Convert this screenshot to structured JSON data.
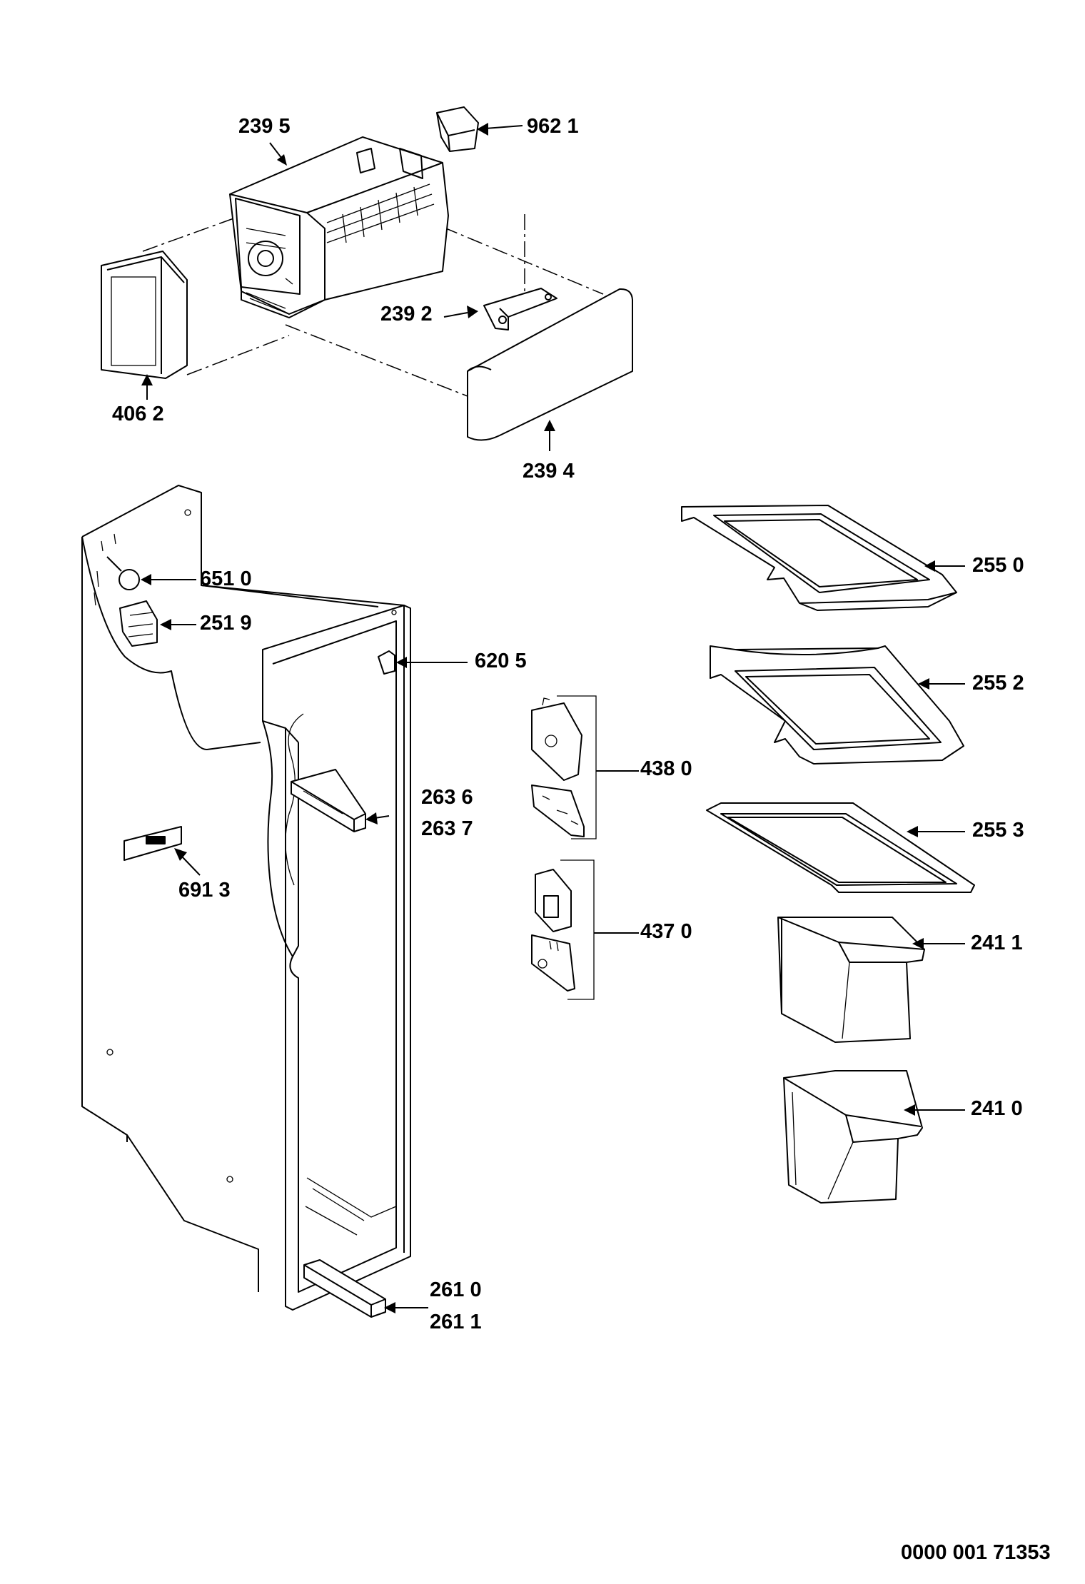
{
  "part_labels": {
    "p2395": "239 5",
    "p9621": "962 1",
    "p2392": "239 2",
    "p4062": "406 2",
    "p2394": "239 4",
    "p2550": "255 0",
    "p6510": "651 0",
    "p2519": "251 9",
    "p6205": "620 5",
    "p2552": "255 2",
    "p4380": "438 0",
    "p2636": "263 6",
    "p2637": "263 7",
    "p2553": "255 3",
    "p6913": "691 3",
    "p4370": "437 0",
    "p2411": "241 1",
    "p2410": "241 0",
    "p2610": "261 0",
    "p2611": "261 1"
  },
  "drawing_number": "0000 001 71353"
}
